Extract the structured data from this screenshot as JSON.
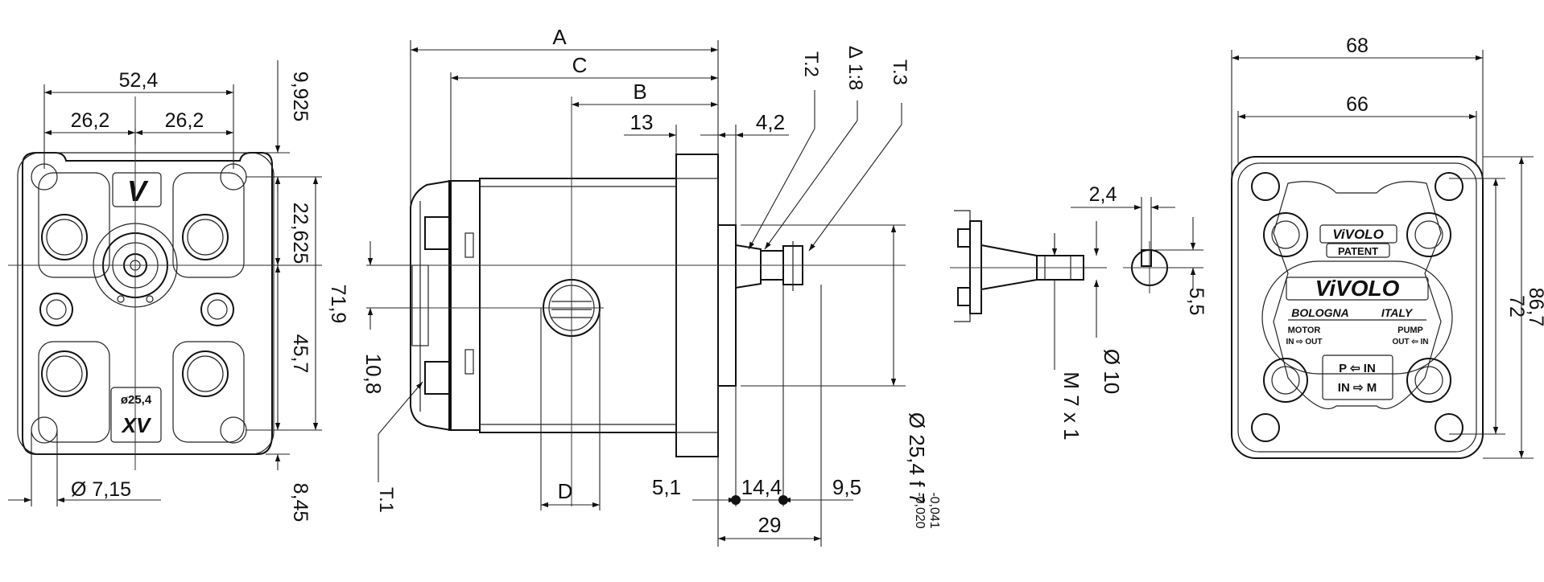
{
  "front_left": {
    "dim_total_width": "52,4",
    "dim_half_left": "26,2",
    "dim_half_right": "26,2",
    "dim_top_offset": "9,925",
    "dim_upper_to_axis": "22,625",
    "dim_hole_span": "71,9",
    "dim_axis_to_lower": "45,7",
    "dim_bottom_offset": "8,45",
    "dim_hole_diameter": "Ø 7,15",
    "logo_letter": "V",
    "badge_diameter": "ø25,4",
    "badge_code": "XV"
  },
  "side_view": {
    "dim_a": "A",
    "dim_b": "B",
    "dim_c": "C",
    "dim_d": "D",
    "dim_13": "13",
    "dim_4_2": "4,2",
    "label_t1": "T.1",
    "label_t2": "T.2",
    "label_t3": "T.3",
    "label_taper": "∆ 1:8",
    "dim_10_8": "10,8",
    "dim_shaft_diameter": "Ø 25,4 f 7",
    "dim_tolerance_upper": "-0,020",
    "dim_tolerance_lower": "-0,041",
    "dim_5_1": "5,1",
    "dim_14_4": "14,4",
    "dim_9_5": "9,5",
    "dim_29": "29"
  },
  "shaft_detail": {
    "dim_2_4": "2,4",
    "dim_5_5": "5,5",
    "dim_thread": "M 7 x 1",
    "dim_diameter_10": "Ø 10"
  },
  "front_right": {
    "dim_68": "68",
    "dim_66": "66",
    "dim_72": "72",
    "dim_86_7": "86,7",
    "brand_small": "ViVOLO",
    "patent_label": "PATENT",
    "brand_large": "ViVOLO",
    "city_label": "BOLOGNA",
    "country_label": "ITALY",
    "motor_label": "MOTOR",
    "motor_in_out": "IN ⇨ OUT",
    "pump_label": "PUMP",
    "pump_out_in": "OUT ⇦ IN",
    "port_p_in": "P ⇦ IN",
    "port_in_m": "IN ⇨ M"
  },
  "colors": {
    "line": "#111111",
    "background": "#ffffff"
  }
}
